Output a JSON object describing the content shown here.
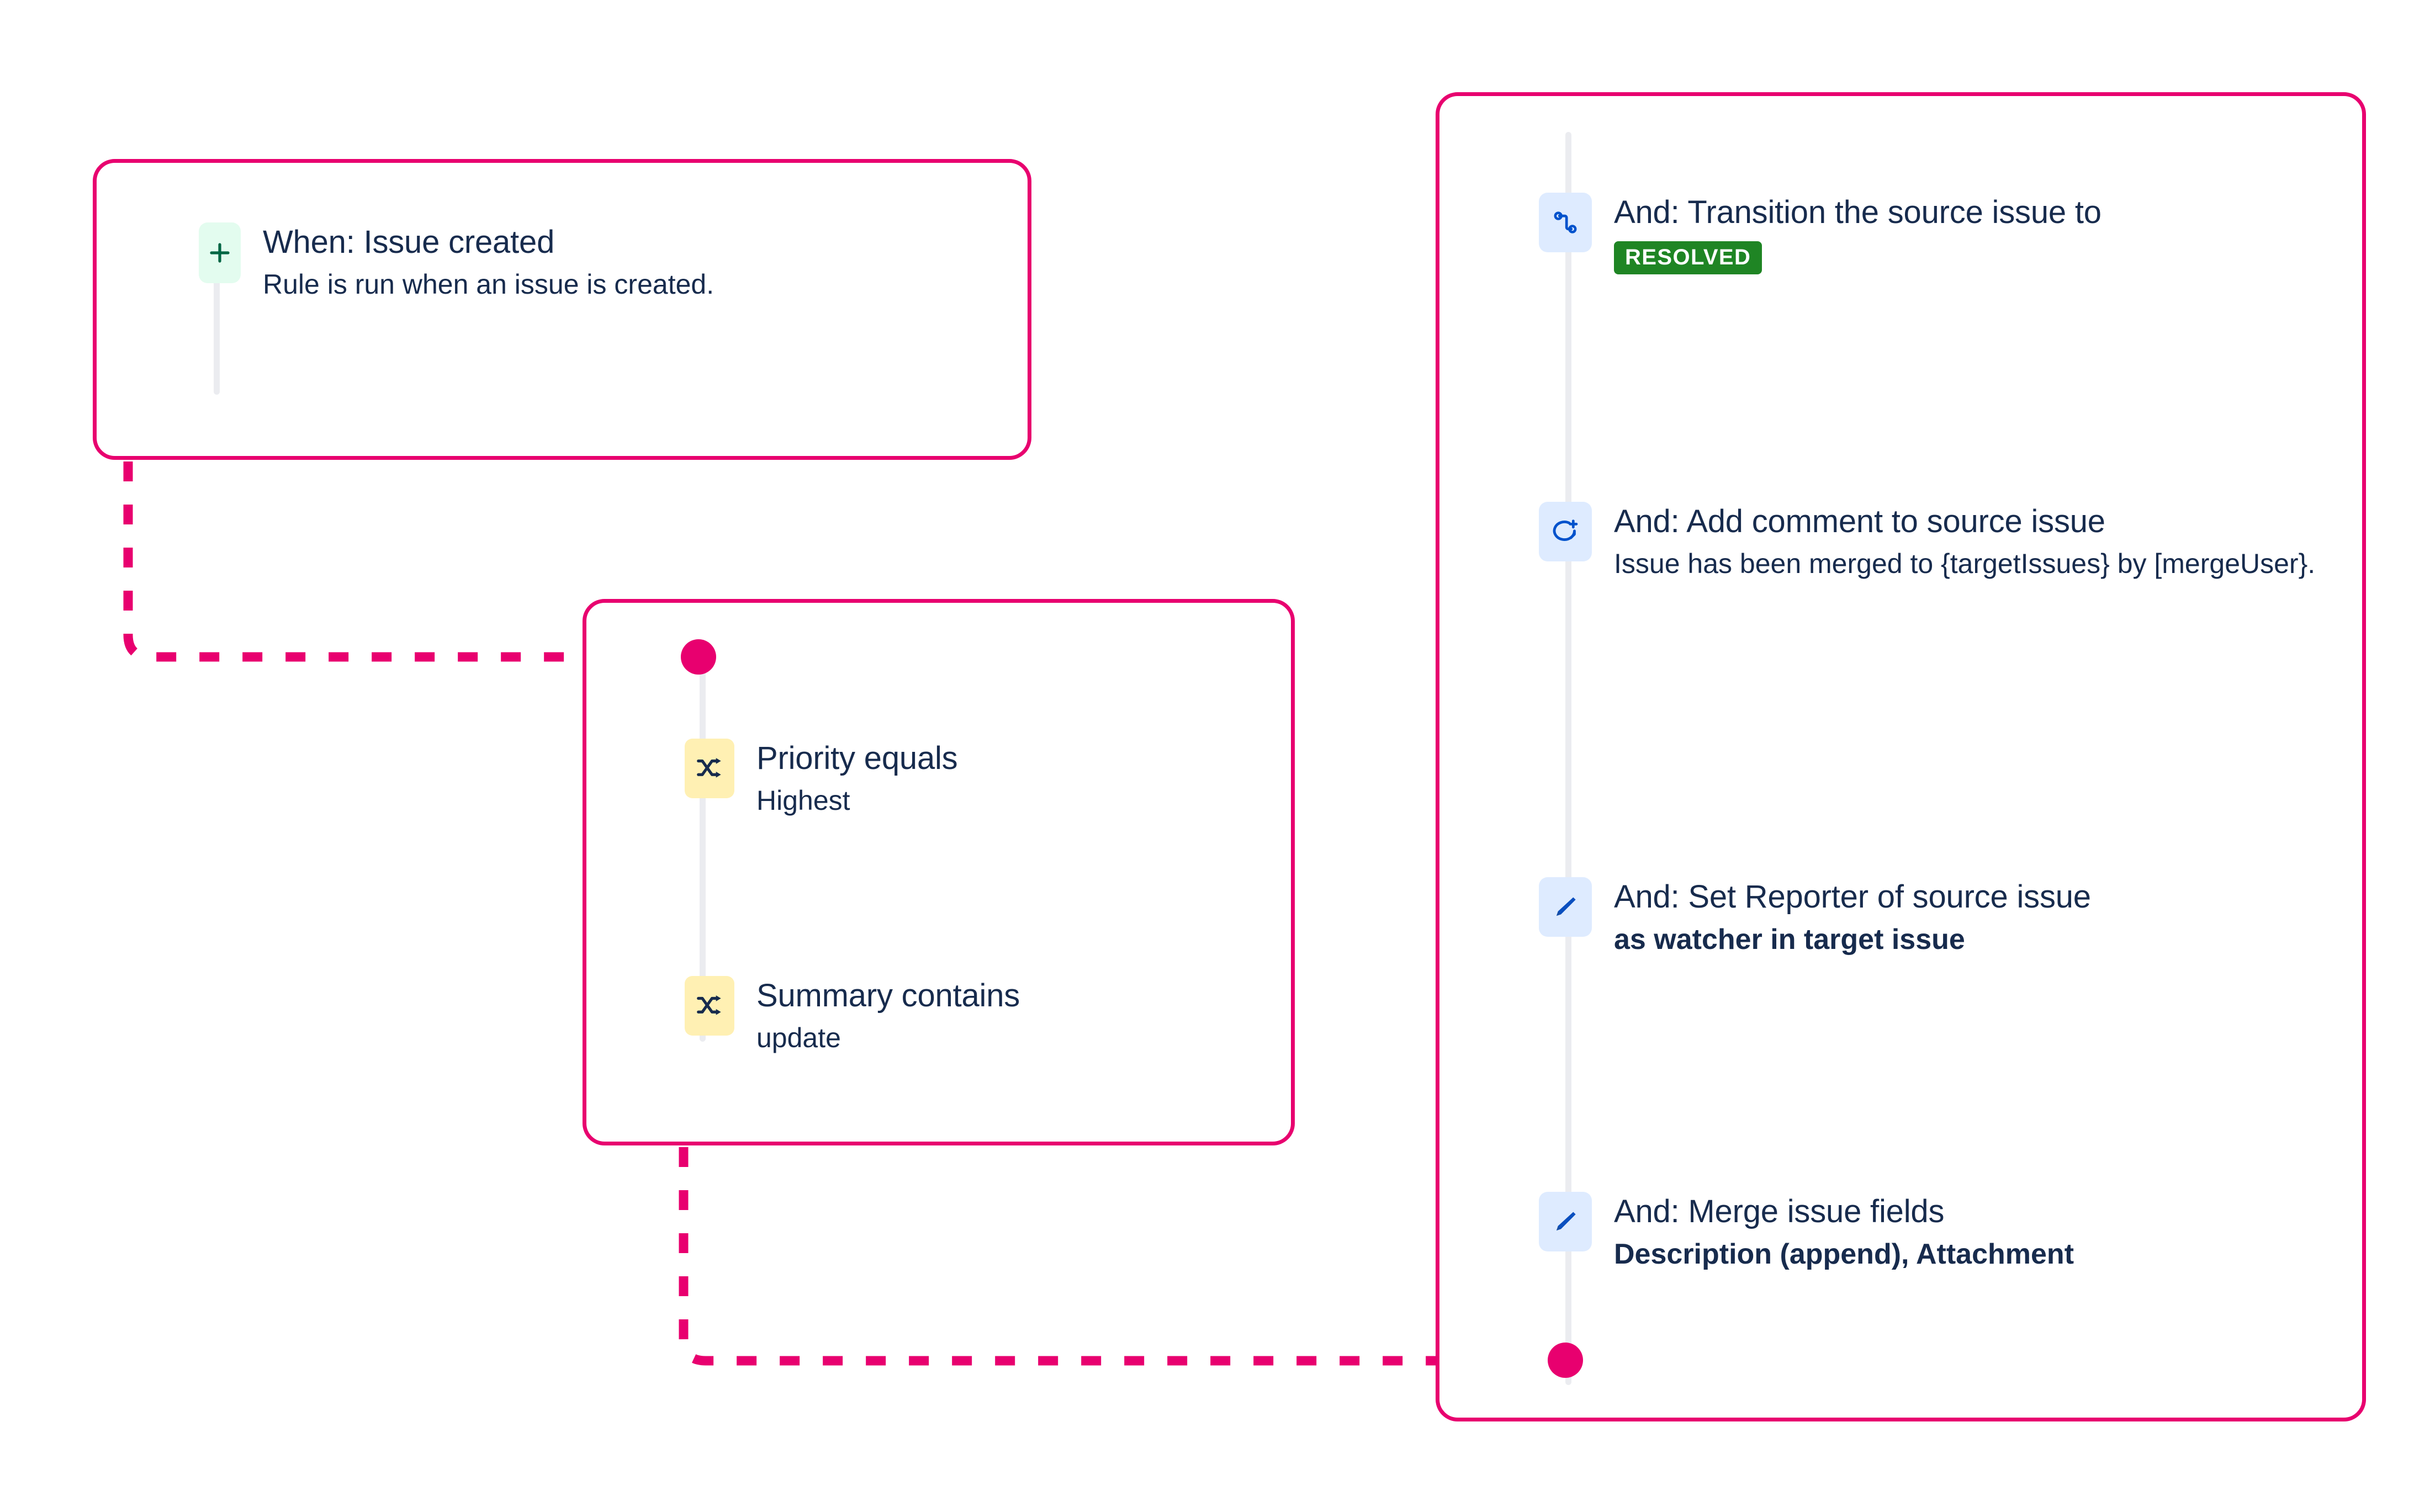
{
  "theme": {
    "card_border": "#e8006f",
    "connector": "#e8006f",
    "text": "#172b4d",
    "timeline": "#ebecf0",
    "trigger_icon_bg": "#e3fcef",
    "trigger_icon_fg": "#006644",
    "condition_icon_bg": "#fff0b3",
    "condition_icon_fg": "#172b4d",
    "action_icon_bg": "#deebff",
    "action_icon_fg": "#0052cc",
    "status_resolved_bg": "#1f8524",
    "status_resolved_fg": "#ffffff"
  },
  "trigger_card": {
    "rows": [
      {
        "icon": "plus-icon",
        "title": "When: Issue created",
        "subtitle": "Rule is run when an issue is created."
      }
    ]
  },
  "condition_card": {
    "rows": [
      {
        "icon": "shuffle-icon",
        "title": "Priority equals",
        "subtitle": "Highest"
      },
      {
        "icon": "shuffle-icon",
        "title": "Summary contains",
        "subtitle": "update"
      }
    ]
  },
  "action_card": {
    "rows": [
      {
        "icon": "transition-icon",
        "title": "And: Transition the source issue to",
        "badge": "RESOLVED",
        "subtitle": ""
      },
      {
        "icon": "add-comment-icon",
        "title": "And: Add comment to source issue",
        "subtitle": "Issue has been merged to {targetIssues} by [mergeUser}."
      },
      {
        "icon": "edit-icon",
        "title": "And: Set Reporter of source issue",
        "subtitle": "as watcher in target issue",
        "subtitle_bold": true
      },
      {
        "icon": "edit-icon",
        "title": "And: Merge issue fields",
        "subtitle": "Description (append), Attachment",
        "subtitle_bold": true
      }
    ]
  }
}
